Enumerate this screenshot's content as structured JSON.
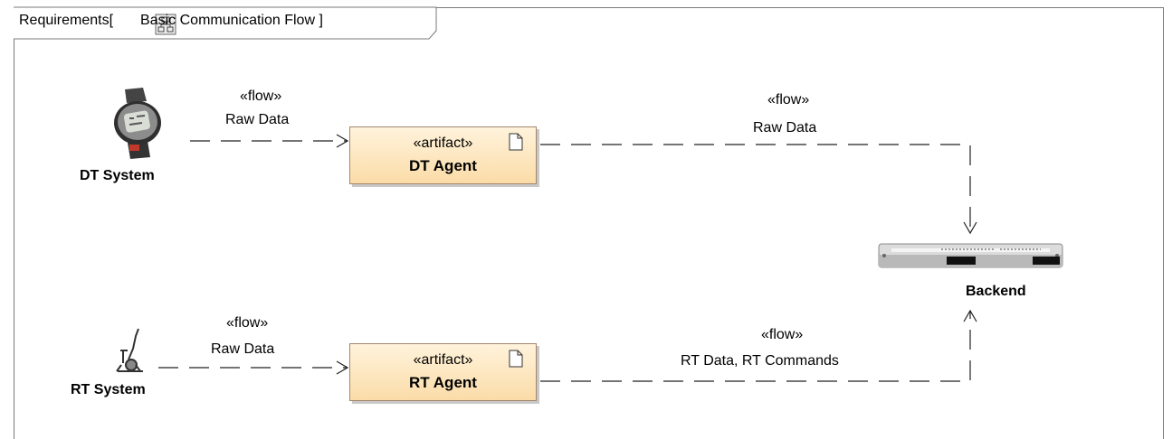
{
  "frame": {
    "prefix": "Requirements[",
    "title": "Basic Communication Flow",
    "suffix": "]",
    "diagram_icon": "diagram-icon"
  },
  "nodes": {
    "dt_system": {
      "label": "DT System",
      "icon": "wrist-watch-icon"
    },
    "rt_system": {
      "label": "RT System",
      "icon": "exercise-bike-icon"
    },
    "dt_agent": {
      "stereotype": "«artifact»",
      "name": "DT Agent",
      "icon": "document-icon"
    },
    "rt_agent": {
      "stereotype": "«artifact»",
      "name": "RT Agent",
      "icon": "document-icon"
    },
    "backend": {
      "label": "Backend",
      "icon": "rack-server-icon"
    }
  },
  "flows": {
    "dt_to_agent": {
      "stereotype": "«flow»",
      "label": "Raw Data"
    },
    "dt_agent_to_backend": {
      "stereotype": "«flow»",
      "label": "Raw Data"
    },
    "rt_to_agent": {
      "stereotype": "«flow»",
      "label": "Raw Data"
    },
    "rt_agent_to_backend": {
      "stereotype": "«flow»",
      "label": "RT Data, RT Commands"
    }
  },
  "colors": {
    "artifact_fill_top": "#fff3dc",
    "artifact_fill_bottom": "#fbdca8",
    "artifact_border": "#a1866b",
    "frame_border": "#7a7a7a"
  }
}
